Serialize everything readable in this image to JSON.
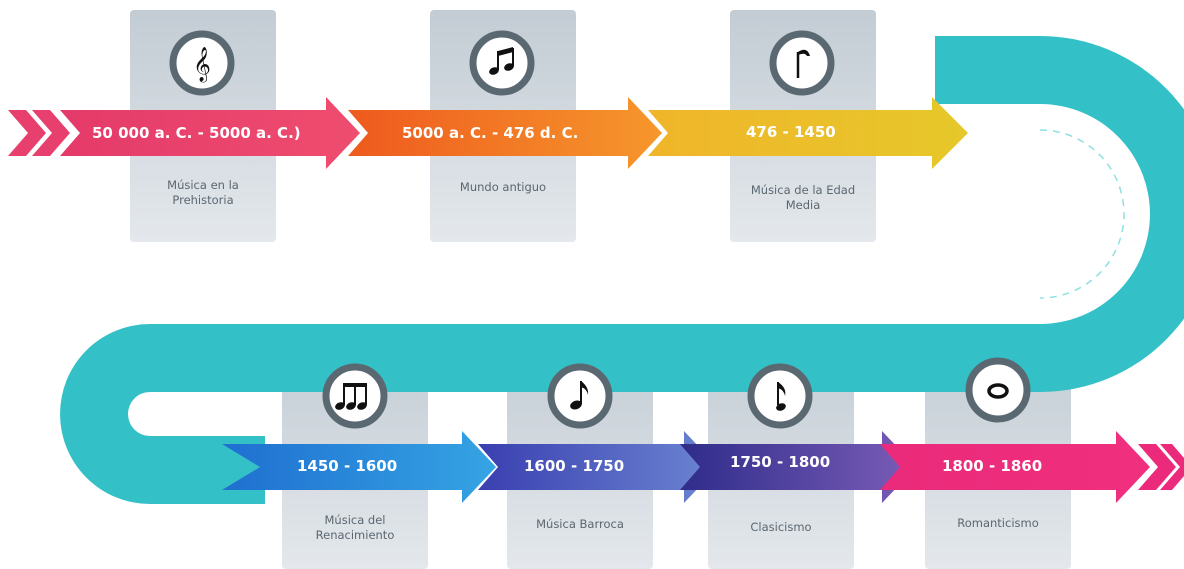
{
  "timeline": {
    "periods": [
      {
        "dates": "50 000 a. C. - 5000 a. C.)",
        "label": "Música en la Prehistoria",
        "icon": "treble-clef-icon"
      },
      {
        "dates": "5000 a. C. - 476 d. C.",
        "label": "Mundo antiguo",
        "icon": "beamed-notes-icon"
      },
      {
        "dates": "476 - 1450",
        "label": "Música de la Edad Media",
        "icon": "stemmed-note-icon"
      },
      {
        "dates": "1450 - 1600",
        "label": "Música del Renacimiento",
        "icon": "triplet-notes-icon"
      },
      {
        "dates": "1600 - 1750",
        "label": "Música Barroca",
        "icon": "eighth-note-icon"
      },
      {
        "dates": "1750 - 1800",
        "label": "Clasicismo",
        "icon": "sixteenth-note-icon"
      },
      {
        "dates": "1800 - 1860",
        "label": "Romanticismo",
        "icon": "whole-note-icon"
      }
    ],
    "colors": {
      "prehistoria": "#e8406e",
      "antiguo": "#f07820",
      "medieval": "#eab928",
      "road": "#33c1c7",
      "renacimiento": "#2b8ad8",
      "barroco": "#5060c4",
      "clasicismo": "#5b4aa8",
      "romanticismo": "#ec2a7c",
      "icon_ring": "#5a6872"
    }
  }
}
